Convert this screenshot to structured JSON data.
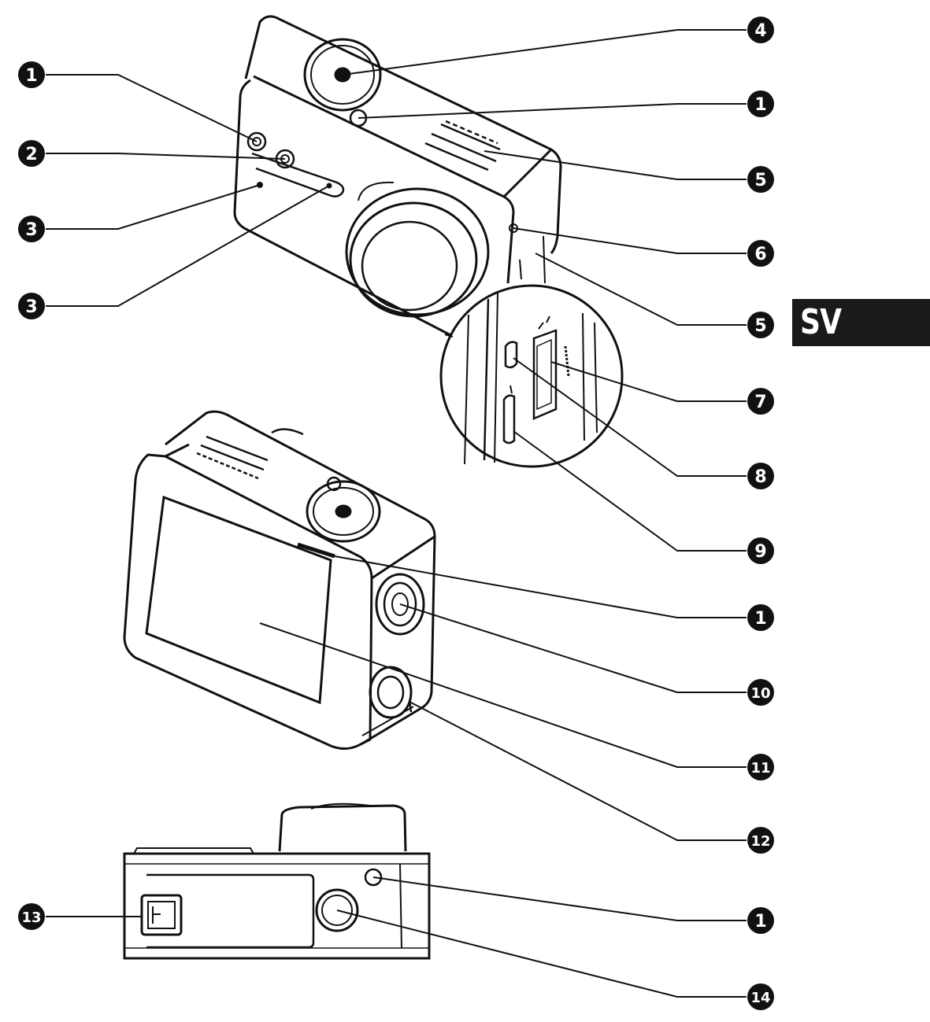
{
  "language_tab": "SV",
  "callouts": [
    {
      "id": "c4",
      "number": "4"
    },
    {
      "id": "c1a",
      "number": "1"
    },
    {
      "id": "c5a",
      "number": "5"
    },
    {
      "id": "c6",
      "number": "6"
    },
    {
      "id": "c5b",
      "number": "5"
    },
    {
      "id": "c7",
      "number": "7"
    },
    {
      "id": "c8",
      "number": "8"
    },
    {
      "id": "c9",
      "number": "9"
    },
    {
      "id": "c1b",
      "number": "1"
    },
    {
      "id": "c10",
      "number": "10"
    },
    {
      "id": "c11",
      "number": "11"
    },
    {
      "id": "c12",
      "number": "12"
    },
    {
      "id": "c1c",
      "number": "1"
    },
    {
      "id": "c14",
      "number": "14"
    },
    {
      "id": "c1d",
      "number": "1"
    },
    {
      "id": "c2",
      "number": "2"
    },
    {
      "id": "c3a",
      "number": "3"
    },
    {
      "id": "c3b",
      "number": "3"
    },
    {
      "id": "c13",
      "number": "13"
    }
  ]
}
